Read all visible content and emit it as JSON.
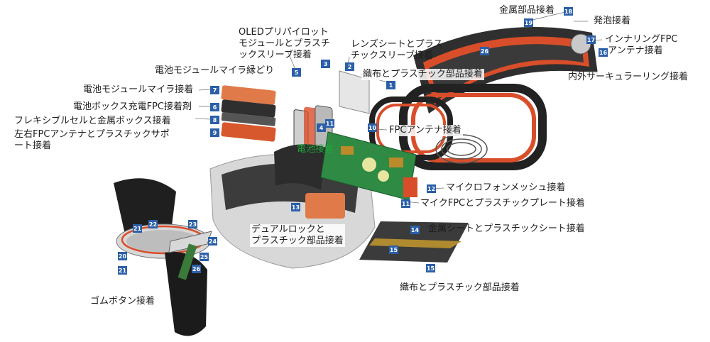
{
  "labels": {
    "metal_parts": "金属部品接着",
    "foam": "発泡接着",
    "inner_ring_fpc": "インナリングFPC\n アンテナ接着",
    "inner_outer_ring": "内外サーキュラーリング接着",
    "oled_sleeve": "OLEDプリパイロット\nモジュールとプラスチ\nックスリーブ接着",
    "lens_sheet": "レンズシートとプラス\nチックスリーブ接着",
    "fabric_plastic_top": "織布とプラスチック部品接着",
    "battery_mylar_edge": "電池モジュールマイラ縁どり",
    "battery_mylar": "電池モジュールマイラ接着",
    "battery_box_fpc": "電池ボックス充電FPC接着剤",
    "flex_cell": "フレキシブルセルと金属ボックス接着",
    "lr_fpc_antenna": "左右FPCアンテナとプラスチックサポ\nート接着",
    "fpc_antenna": "FPCアンテナ接着",
    "battery_bond": "電池接着",
    "mic_mesh": "マイクロフォンメッシュ接着",
    "mic_fpc": "マイクFPCとプラスチックプレート接着",
    "dual_lock": "デュアルロックと\nプラスチック部品接着",
    "metal_sheet": "金属シートとプラスチックシート接着",
    "fabric_plastic_bottom": "織布とプラスチック部品接着",
    "rubber_button": "ゴムボタン接着"
  },
  "badges": [
    "1",
    "2",
    "3",
    "4",
    "5",
    "6",
    "7",
    "8",
    "9",
    "10",
    "11",
    "11",
    "12",
    "13",
    "14",
    "15",
    "15",
    "16",
    "17",
    "18",
    "19",
    "20",
    "21",
    "21",
    "22",
    "23",
    "24",
    "25",
    "26",
    "26"
  ],
  "colors": {
    "badge": "#2b5fa8",
    "adhesive": "#e2623a",
    "highlight_label": "#1fa83a",
    "text": "#1e1e1e"
  }
}
